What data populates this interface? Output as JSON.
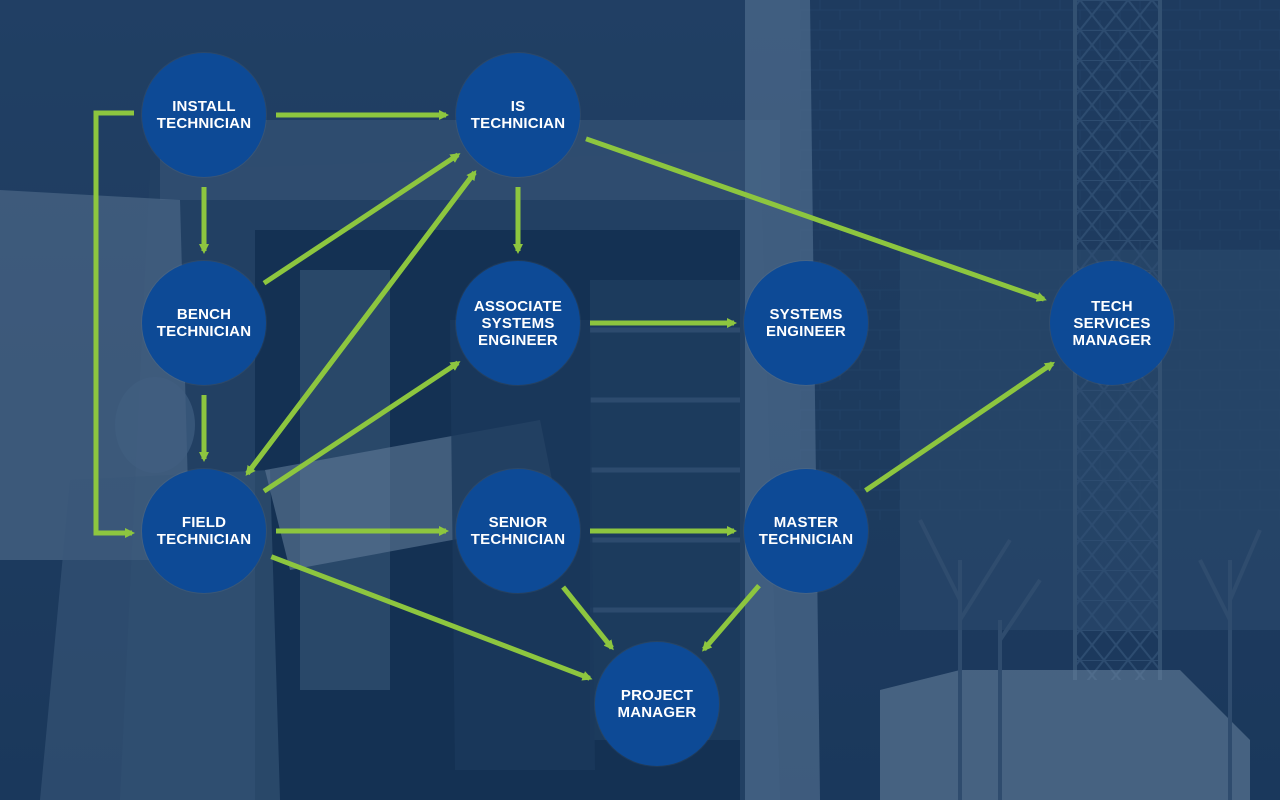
{
  "colors": {
    "node_fill": "#0d4a96",
    "arrow": "#8dc63f",
    "background_tint": "#1f3d60",
    "label_text": "#ffffff"
  },
  "nodes": [
    {
      "id": "install",
      "label": "INSTALL\nTECHNICIAN"
    },
    {
      "id": "is",
      "label": "IS\nTECHNICIAN"
    },
    {
      "id": "bench",
      "label": "BENCH\nTECHNICIAN"
    },
    {
      "id": "associate",
      "label": "ASSOCIATE\nSYSTEMS\nENGINEER"
    },
    {
      "id": "systems",
      "label": "SYSTEMS\nENGINEER"
    },
    {
      "id": "tech",
      "label": "TECH\nSERVICES\nMANAGER"
    },
    {
      "id": "field",
      "label": "FIELD\nTECHNICIAN"
    },
    {
      "id": "senior",
      "label": "SENIOR\nTECHNICIAN"
    },
    {
      "id": "master",
      "label": "MASTER\nTECHNICIAN"
    },
    {
      "id": "project",
      "label": "PROJECT\nMANAGER"
    }
  ],
  "edges": [
    {
      "from": "install",
      "to": "is"
    },
    {
      "from": "install",
      "to": "bench"
    },
    {
      "from": "install",
      "to": "field"
    },
    {
      "from": "is",
      "to": "associate"
    },
    {
      "from": "is",
      "to": "tech"
    },
    {
      "from": "bench",
      "to": "is"
    },
    {
      "from": "bench",
      "to": "field"
    },
    {
      "from": "field",
      "to": "is"
    },
    {
      "from": "is",
      "to": "field"
    },
    {
      "from": "field",
      "to": "associate"
    },
    {
      "from": "field",
      "to": "senior"
    },
    {
      "from": "field",
      "to": "project"
    },
    {
      "from": "associate",
      "to": "systems"
    },
    {
      "from": "senior",
      "to": "master"
    },
    {
      "from": "senior",
      "to": "project"
    },
    {
      "from": "master",
      "to": "project"
    },
    {
      "from": "master",
      "to": "tech"
    }
  ]
}
